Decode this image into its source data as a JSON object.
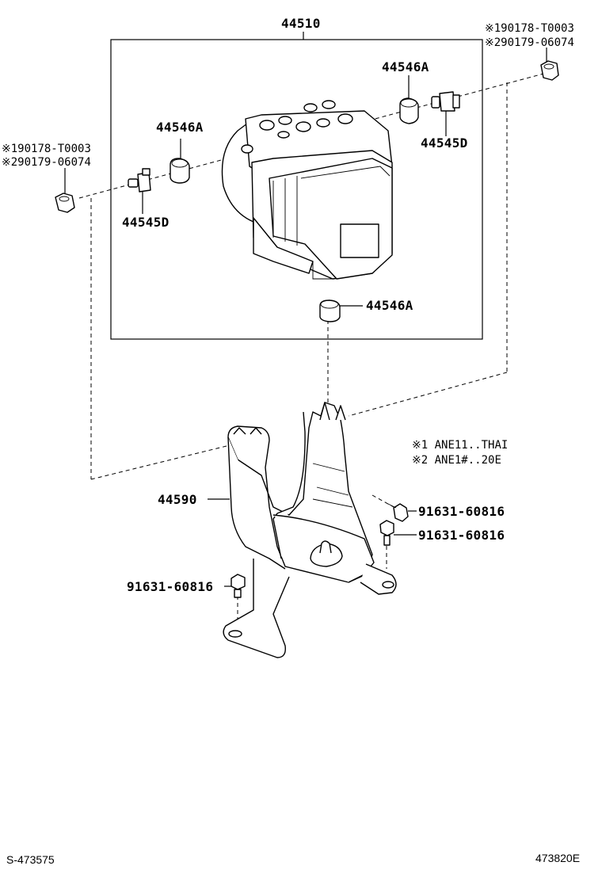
{
  "labels": {
    "actuator": "44510",
    "cushion_upper_right": "44546A",
    "cushion_left": "44546A",
    "cushion_bottom": "44546A",
    "bolt_right": "44545D",
    "bolt_left": "44545D",
    "bracket": "44590",
    "bolt_a": "91631-60816",
    "bolt_b": "91631-60816",
    "bolt_c": "91631-60816",
    "nut_right_1": "※190178-T0003",
    "nut_right_2": "※290179-06074",
    "nut_left_1": "※190178-T0003",
    "nut_left_2": "※290179-06074"
  },
  "notes": {
    "note1": "※1 ANE11..THAI",
    "note2": "※2 ANE1#..20E"
  },
  "footer": {
    "left_code": "S-473575",
    "right_code": "473820E"
  }
}
